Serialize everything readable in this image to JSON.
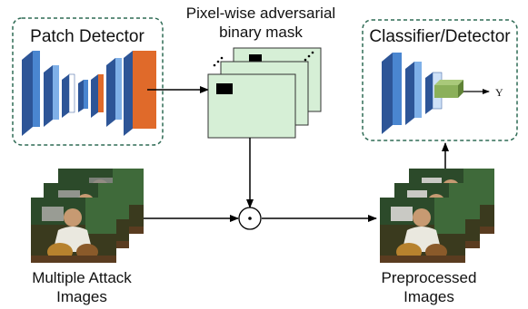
{
  "patch_detector": {
    "title": "Patch Detector",
    "colors": {
      "border": "#2f6b55",
      "blue_dark": "#2d5597",
      "blue_mid": "#4a86d0",
      "blue_light": "#7fb0e8",
      "orange": "#e06a2a"
    }
  },
  "mask": {
    "title_line1": "Pixel-wise adversarial",
    "title_line2": "binary mask",
    "colors": {
      "sheet": "#d6efd6",
      "patch": "#000000"
    }
  },
  "classifier": {
    "title": "Classifier/Detector",
    "output_label": "Y",
    "colors": {
      "head": "#8bb05a"
    }
  },
  "attack_images": {
    "label_line1": "Multiple Attack",
    "label_line2": "Images"
  },
  "preprocessed_images": {
    "label_line1": "Preprocessed",
    "label_line2": "Images"
  },
  "combine_operator": "⊙"
}
